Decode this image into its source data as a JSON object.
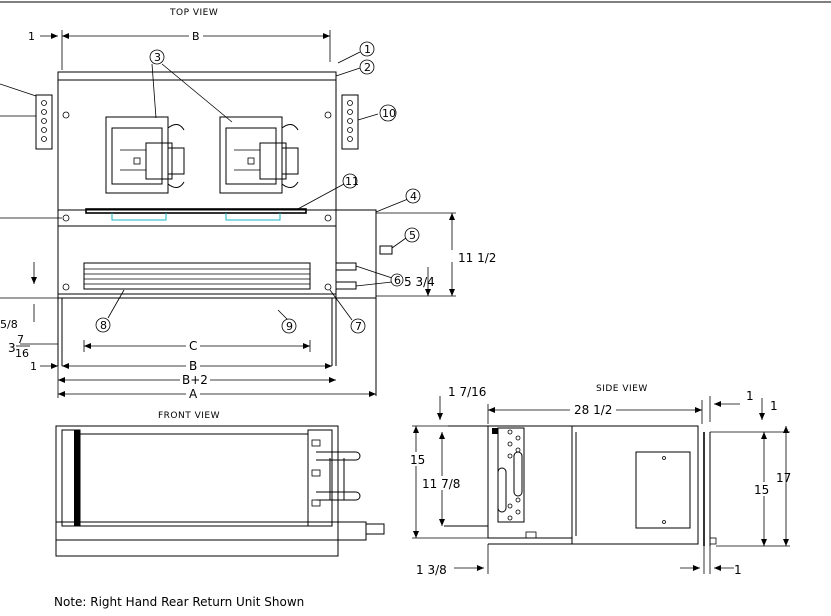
{
  "views": {
    "top": "TOP VIEW",
    "front": "FRONT VIEW",
    "side": "SIDE VIEW"
  },
  "note": "Note: Right Hand Rear Return Unit Shown",
  "callouts": [
    "1",
    "2",
    "3",
    "4",
    "5",
    "6",
    "7",
    "8",
    "9",
    "10",
    "11"
  ],
  "top_dims": {
    "b_top": "B",
    "one_top": "1",
    "eleven_half": "11 1/2",
    "five_three_quarter": "5 3/4",
    "five_eighth": "5/8",
    "three_7_16_whole": "3",
    "three_7_16_num": "7",
    "three_7_16_den": "16",
    "one_lower": "1",
    "c": "C",
    "b_lower": "B",
    "b_plus_2": "B+2",
    "a": "A"
  },
  "side_dims": {
    "one_7_16": "1 7/16",
    "twenty_eight_half": "28 1/2",
    "one_right": "1",
    "one_far_right": "1",
    "fifteen_left": "15",
    "eleven_7_8": "11 7/8",
    "fifteen_right": "15",
    "seventeen": "17",
    "one_3_8": "1 3/8",
    "one_bottom": "1"
  },
  "colors": {
    "line": "#000000",
    "accent_cyan": "#19b5c3",
    "background": "#ffffff"
  }
}
